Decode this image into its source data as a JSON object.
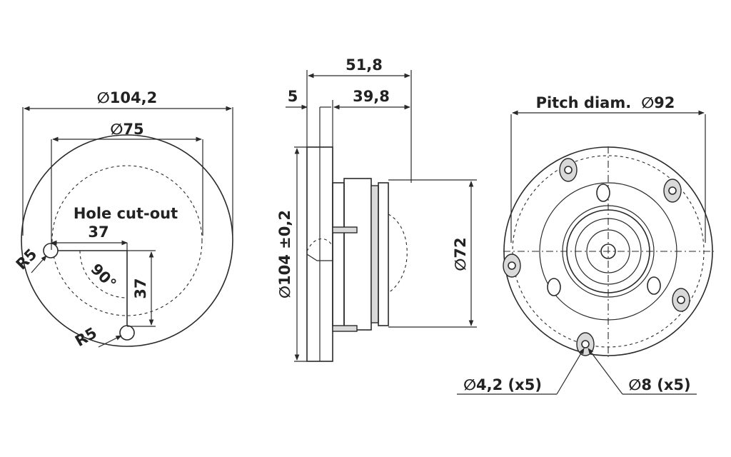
{
  "front": {
    "outer_diam": "∅104,2",
    "inner_diam": "∅75",
    "hole_title": "Hole cut-out",
    "hole_width": "37",
    "hole_height": "37",
    "radius_top": "R5",
    "radius_bottom": "R5",
    "angle": "90°"
  },
  "side": {
    "total_depth": "51,8",
    "flange": "5",
    "body_depth": "39,8",
    "flange_diam": "∅104 ±0,2",
    "body_diam": "∅72"
  },
  "rear": {
    "pitch_label": "Pitch diam.",
    "pitch_diam": "∅92",
    "small_hole": "∅4,2 (x5)",
    "large_hole": "∅8 (x5)"
  }
}
